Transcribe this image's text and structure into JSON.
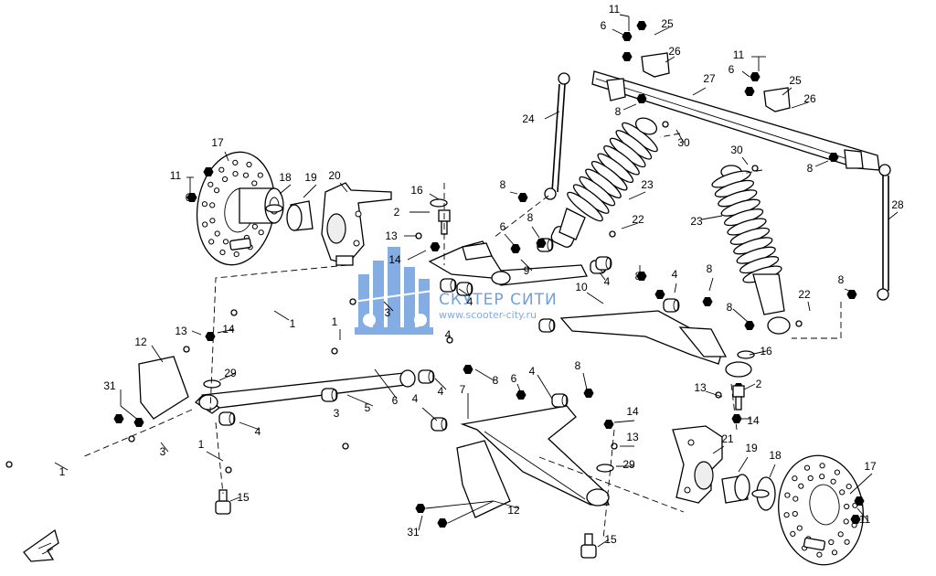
{
  "callouts": [
    "1",
    "2",
    "3",
    "4",
    "5",
    "6",
    "7",
    "8",
    "9",
    "10",
    "11",
    "12",
    "13",
    "14",
    "15",
    "16",
    "17",
    "18",
    "19",
    "20",
    "21",
    "22",
    "23",
    "24",
    "25",
    "26",
    "27",
    "28",
    "29",
    "30",
    "31"
  ],
  "watermark": {
    "name": "СКУТЕР СИТИ",
    "url": "www.scooter-city.ru",
    "color": "#5b8fd6"
  },
  "colors": {
    "line": "#000000",
    "background": "#ffffff"
  }
}
